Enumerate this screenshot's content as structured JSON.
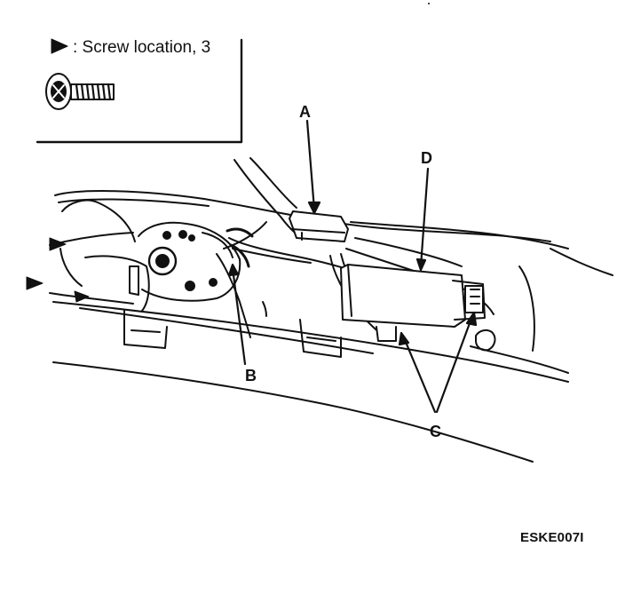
{
  "legend": {
    "marker_icon": "triangle-marker-icon",
    "text": ": Screw location, 3",
    "screw_icon": "screw-icon"
  },
  "callouts": {
    "a": "A",
    "b": "B",
    "c": "C",
    "d": "D"
  },
  "figure_code": "ESKE007I",
  "colors": {
    "ink": "#111111",
    "paper": "#ffffff"
  }
}
